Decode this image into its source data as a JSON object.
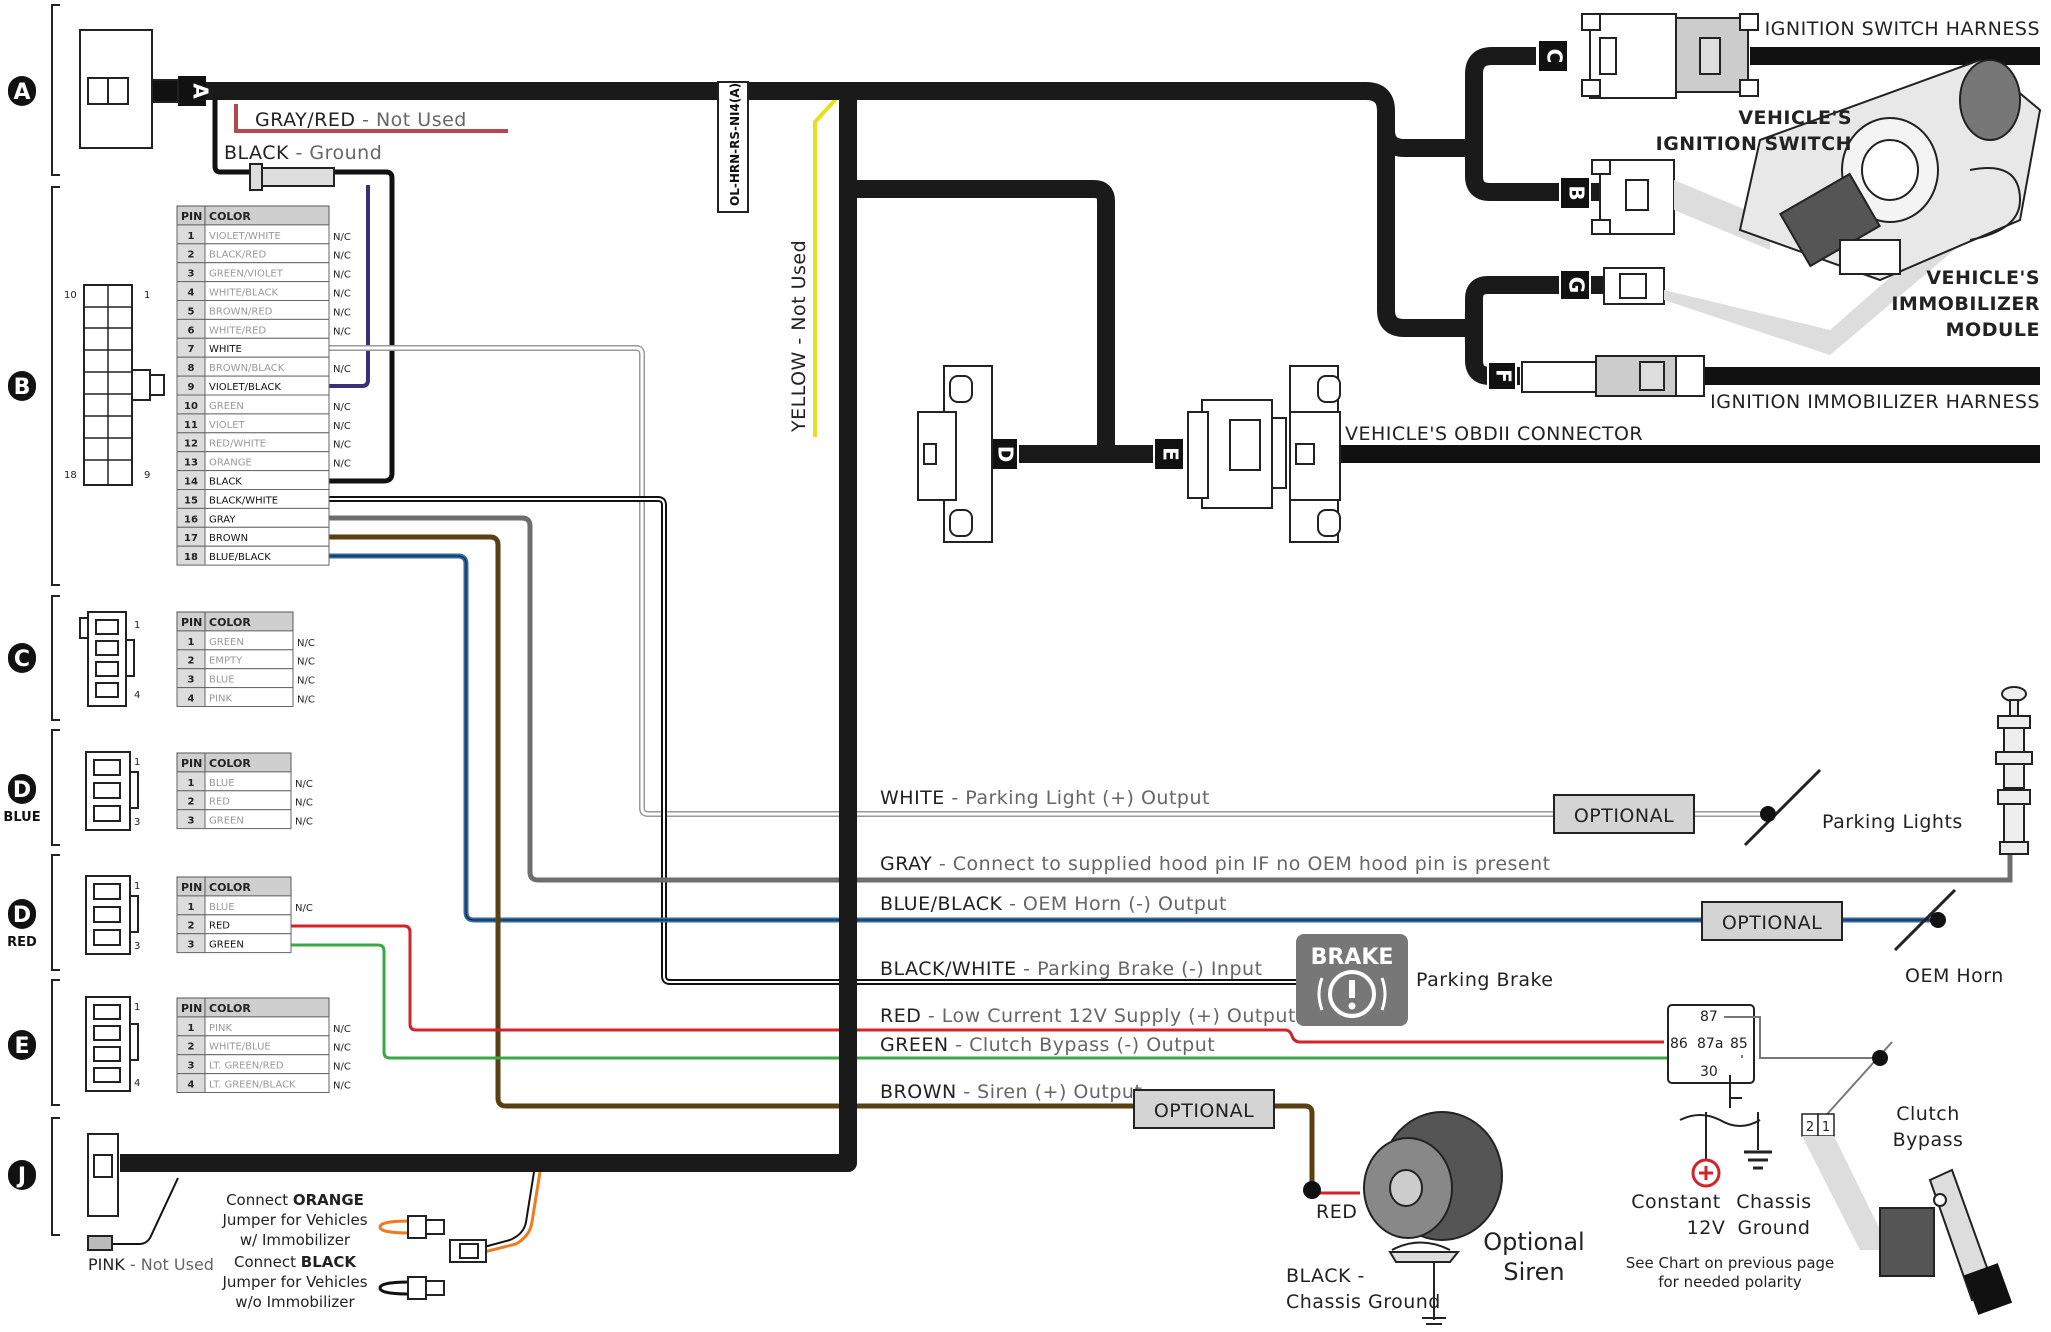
{
  "sections": [
    {
      "id": "A",
      "sub": ""
    },
    {
      "id": "B",
      "sub": ""
    },
    {
      "id": "C",
      "sub": ""
    },
    {
      "id": "D",
      "sub": "BLUE"
    },
    {
      "id": "D",
      "sub": "RED"
    },
    {
      "id": "E",
      "sub": ""
    },
    {
      "id": "J",
      "sub": ""
    }
  ],
  "harness_id": "OL-HRN-RS-NI4(A)",
  "plug_letters": {
    "A": "A",
    "B": "B",
    "C": "C",
    "D": "D",
    "E": "E",
    "F": "F",
    "G": "G"
  },
  "labels": {
    "gray_red_main": "GRAY/RED",
    "gray_red_sub": " - Not Used",
    "black_main": "BLACK",
    "black_sub": " - Ground",
    "yellow": "YELLOW - Not Used",
    "ignition_switch_harness": "IGNITION SWITCH HARNESS",
    "vehicles_ignition_switch_1": "VEHICLE'S",
    "vehicles_ignition_switch_2": "IGNITION SWITCH",
    "vehicles_immobilizer_1": "VEHICLE'S",
    "vehicles_immobilizer_2": "IMMOBILIZER",
    "vehicles_immobilizer_3": "MODULE",
    "ignition_immobilizer_harness": "IGNITION IMMOBILIZER HARNESS",
    "obdii_connector": "VEHICLE'S OBDII CONNECTOR",
    "pink_main": "PINK",
    "pink_sub": " - Not Used",
    "connect_orange_1_a": "Connect ",
    "connect_orange_1_b": "ORANGE",
    "connect_orange_2": "Jumper for Vehicles",
    "connect_orange_3": "w/ Immobilizer",
    "connect_black_1_a": "Connect ",
    "connect_black_1_b": "BLACK",
    "connect_black_2": "Jumper for Vehicles",
    "connect_black_3": "w/o Immobilizer",
    "optional": "OPTIONAL",
    "parking_lights": "Parking Lights",
    "oem_horn": "OEM Horn",
    "brake_badge": "BRAKE",
    "parking_brake": "Parking Brake",
    "relay_87": "87",
    "relay_86": "86",
    "relay_87a": "87a",
    "relay_85": "85",
    "relay_30": "30",
    "constant_1": "Constant",
    "constant_2": "12V",
    "chassis_1": "Chassis",
    "chassis_2": "Ground",
    "see_chart_1": "See Chart on previous page",
    "see_chart_2": "for needed polarity",
    "clutch_1": "Clutch",
    "clutch_2": "Bypass",
    "switch_2": "2",
    "switch_1": "1",
    "red_siren": "RED",
    "black_siren_1": "BLACK -",
    "black_siren_2": "Chassis Ground",
    "optional_siren_1": "Optional",
    "optional_siren_2": "Siren"
  },
  "outputs": [
    {
      "name": "WHITE",
      "desc": " - Parking Light (+) Output"
    },
    {
      "name": "GRAY",
      "desc": " - Connect to supplied hood pin IF no OEM hood pin is present"
    },
    {
      "name": "BLUE/BLACK",
      "desc": " - OEM Horn (-) Output"
    },
    {
      "name": "BLACK/WHITE",
      "desc": " - Parking Brake (-) Input"
    },
    {
      "name": "RED",
      "desc": " - Low Current 12V Supply (+) Output"
    },
    {
      "name": "GREEN",
      "desc": " - Clutch Bypass (-) Output"
    },
    {
      "name": "BROWN",
      "desc": " - Siren (+) Output"
    }
  ],
  "tables": {
    "B": {
      "header": [
        "PIN",
        "COLOR"
      ],
      "pin_count_labels": {
        "top_left": "10",
        "top_right": "1",
        "bottom_left": "18",
        "bottom_right": "9"
      },
      "rows": [
        {
          "pin": "1",
          "color": "VIOLET/WHITE",
          "nc": "N/C",
          "on": false
        },
        {
          "pin": "2",
          "color": "BLACK/RED",
          "nc": "N/C",
          "on": false
        },
        {
          "pin": "3",
          "color": "GREEN/VIOLET",
          "nc": "N/C",
          "on": false
        },
        {
          "pin": "4",
          "color": "WHITE/BLACK",
          "nc": "N/C",
          "on": false
        },
        {
          "pin": "5",
          "color": "BROWN/RED",
          "nc": "N/C",
          "on": false
        },
        {
          "pin": "6",
          "color": "WHITE/RED",
          "nc": "N/C",
          "on": false
        },
        {
          "pin": "7",
          "color": "WHITE",
          "nc": "",
          "on": true
        },
        {
          "pin": "8",
          "color": "BROWN/BLACK",
          "nc": "N/C",
          "on": false
        },
        {
          "pin": "9",
          "color": "VIOLET/BLACK",
          "nc": "",
          "on": true
        },
        {
          "pin": "10",
          "color": "GREEN",
          "nc": "N/C",
          "on": false
        },
        {
          "pin": "11",
          "color": "VIOLET",
          "nc": "N/C",
          "on": false
        },
        {
          "pin": "12",
          "color": "RED/WHITE",
          "nc": "N/C",
          "on": false
        },
        {
          "pin": "13",
          "color": "ORANGE",
          "nc": "N/C",
          "on": false
        },
        {
          "pin": "14",
          "color": "BLACK",
          "nc": "",
          "on": true
        },
        {
          "pin": "15",
          "color": "BLACK/WHITE",
          "nc": "",
          "on": true
        },
        {
          "pin": "16",
          "color": "GRAY",
          "nc": "",
          "on": true
        },
        {
          "pin": "17",
          "color": "BROWN",
          "nc": "",
          "on": true
        },
        {
          "pin": "18",
          "color": "BLUE/BLACK",
          "nc": "",
          "on": true
        }
      ]
    },
    "C": {
      "header": [
        "PIN",
        "COLOR"
      ],
      "pin_count_labels": {
        "top": "1",
        "bottom": "4"
      },
      "rows": [
        {
          "pin": "1",
          "color": "GREEN",
          "nc": "N/C",
          "on": false
        },
        {
          "pin": "2",
          "color": "EMPTY",
          "nc": "N/C",
          "on": false
        },
        {
          "pin": "3",
          "color": "BLUE",
          "nc": "N/C",
          "on": false
        },
        {
          "pin": "4",
          "color": "PINK",
          "nc": "N/C",
          "on": false
        }
      ]
    },
    "D_BLUE": {
      "header": [
        "PIN",
        "COLOR"
      ],
      "pin_count_labels": {
        "top": "1",
        "bottom": "3"
      },
      "rows": [
        {
          "pin": "1",
          "color": "BLUE",
          "nc": "N/C",
          "on": false
        },
        {
          "pin": "2",
          "color": "RED",
          "nc": "N/C",
          "on": false
        },
        {
          "pin": "3",
          "color": "GREEN",
          "nc": "N/C",
          "on": false
        }
      ]
    },
    "D_RED": {
      "header": [
        "PIN",
        "COLOR"
      ],
      "pin_count_labels": {
        "top": "1",
        "bottom": "3"
      },
      "rows": [
        {
          "pin": "1",
          "color": "BLUE",
          "nc": "N/C",
          "on": false
        },
        {
          "pin": "2",
          "color": "RED",
          "nc": "",
          "on": true
        },
        {
          "pin": "3",
          "color": "GREEN",
          "nc": "",
          "on": true
        }
      ]
    },
    "E": {
      "header": [
        "PIN",
        "COLOR"
      ],
      "pin_count_labels": {
        "top": "1",
        "bottom": "4"
      },
      "rows": [
        {
          "pin": "1",
          "color": "PINK",
          "nc": "N/C",
          "on": false
        },
        {
          "pin": "2",
          "color": "WHITE/BLUE",
          "nc": "N/C",
          "on": false
        },
        {
          "pin": "3",
          "color": "LT. GREEN/RED",
          "nc": "N/C",
          "on": false
        },
        {
          "pin": "4",
          "color": "LT. GREEN/BLACK",
          "nc": "N/C",
          "on": false
        }
      ]
    }
  },
  "wire_colors": {
    "harness": "#1a1a1a",
    "gray_red": "#b5484f",
    "violet": "#3b2f7a",
    "yellow": "#e8e01e",
    "white": "#c8c8c8",
    "gray": "#6e6e6e",
    "blue_black": "#2e6aa8",
    "red": "#d2232a",
    "green": "#3aa845",
    "brown": "#5a3f12",
    "orange": "#f07a1e",
    "optional_fill": "#d4d4d4"
  }
}
